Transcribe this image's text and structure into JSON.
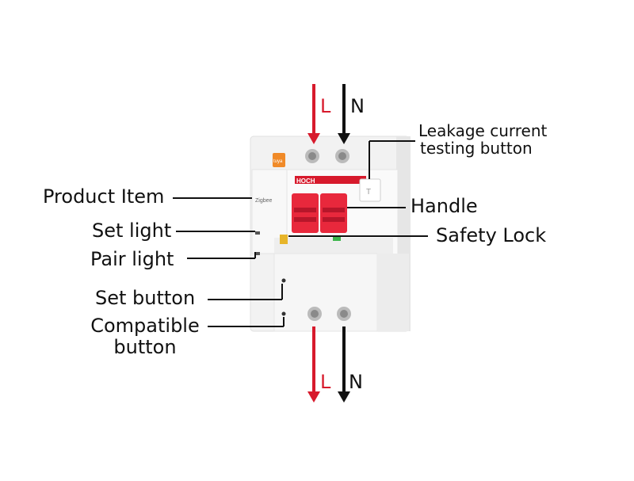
{
  "colors": {
    "live": "#d71a2c",
    "neutral": "#111111",
    "body": "#f1f1f1",
    "body_shade": "#e2e2e2",
    "handle": "#e8283c",
    "screw": "#9a9a9a"
  },
  "wires": {
    "top_live": "L",
    "top_neutral": "N",
    "bottom_live": "L",
    "bottom_neutral": "N"
  },
  "labels": {
    "product_item": "Product Item",
    "set_light": "Set light",
    "pair_light": "Pair light",
    "set_button": "Set button",
    "compatible_button_line1": "Compatible",
    "compatible_button_line2": "button",
    "leakage_line1": "Leakage current",
    "leakage_line2": "testing button",
    "handle": "Handle",
    "safety_lock": "Safety Lock"
  },
  "device_text": {
    "tuya": "tuya",
    "brand": "HOCH",
    "zigbee": "Zigbee"
  }
}
